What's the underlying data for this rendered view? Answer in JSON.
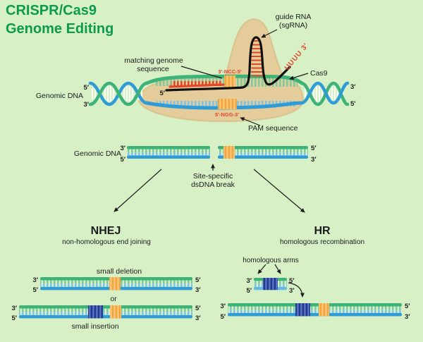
{
  "colors": {
    "background": "#d8f0c6",
    "title_green": "#0c9a4e",
    "strand_green": "#3eb377",
    "strand_blue": "#2f9cd6",
    "teeth_green": "#7ecb9e",
    "teeth_blue": "#7ec3e8",
    "cas9_tan": "#e4cd9a",
    "rna_red": "#e0482a",
    "pam_orange": "#f5a43c",
    "insert_navy": "#21398f",
    "text_black": "#1c1c1c"
  },
  "title": {
    "line1": "CRISPR/Cas9",
    "line2": "Genome Editing"
  },
  "top": {
    "genomic_dna_label": "Genomic DNA",
    "matching_label_line1": "matching genome",
    "matching_label_line2": "sequence",
    "guide_rna_label_line1": "guide RNA",
    "guide_rna_label_line2": "(sgRNA)",
    "cas9_label": "Cas9",
    "pam_label": "PAM sequence",
    "ncc_sequence": "3′-NCC-5′",
    "ngg_sequence": "5′-NGG-3′",
    "uuuu_tail": "UUUU 3′",
    "guide_5_prime": "5′",
    "ends": {
      "left_top": "5′",
      "left_bottom": "3′",
      "right_top": "3′",
      "right_bottom": "5′"
    }
  },
  "middle": {
    "genomic_dna_label": "Genomic DNA",
    "break_label_line1": "Site-specific",
    "break_label_line2": "dsDNA break",
    "ends": {
      "left_top": "3′",
      "left_bottom": "5′",
      "right_top": "5′",
      "right_bottom": "3′"
    }
  },
  "nhej": {
    "heading": "NHEJ",
    "subtitle": "non-homologous end joining",
    "deletion_label": "small deletion",
    "or_label": "or",
    "insertion_label": "small insertion",
    "dna1_ends": {
      "left_top": "3′",
      "left_bottom": "5′",
      "right_top": "5′",
      "right_bottom": "3′"
    },
    "dna2_ends": {
      "left_top": "3′",
      "left_bottom": "5′",
      "right_top": "5′",
      "right_bottom": "3′"
    }
  },
  "hr": {
    "heading": "HR",
    "subtitle": "homologous recombination",
    "arms_label": "homologous arms",
    "donor_ends": {
      "left_top": "3′",
      "left_bottom": "5′",
      "right_top": "5′",
      "right_bottom": "3′"
    },
    "dna_ends": {
      "left_top": "3′",
      "left_bottom": "5′",
      "right_top": "5′",
      "right_bottom": "3′"
    }
  }
}
